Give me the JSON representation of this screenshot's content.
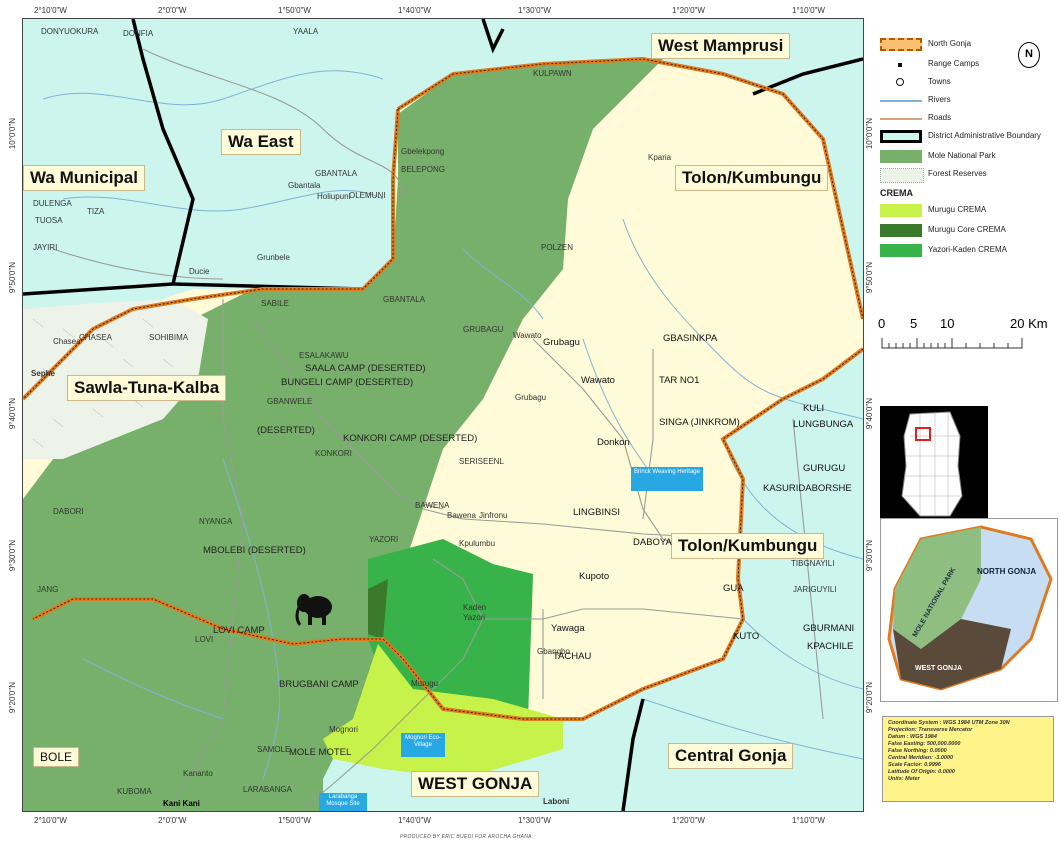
{
  "colors": {
    "outside_bg": "#ccf5ee",
    "north_gonja_fill": "#fffbd8",
    "mole_park": "#77b06a",
    "murugu_crema": "#c7f24a",
    "murugu_core": "#3b7a2a",
    "yazori_kaden": "#38b34a",
    "boundary": "#e07a1f",
    "district_line": "#000000",
    "rivers": "#7fb3d5",
    "roads": "#999999"
  },
  "coords": {
    "top": [
      "2°10'0\"W",
      "2°0'0\"W",
      "1°50'0\"W",
      "1°40'0\"W",
      "1°30'0\"W",
      "1°20'0\"W",
      "1°10'0\"W"
    ],
    "bottom": [
      "2°10'0\"W",
      "2°0'0\"W",
      "1°50'0\"W",
      "1°40'0\"W",
      "1°30'0\"W",
      "1°20'0\"W",
      "1°10'0\"W"
    ],
    "left": [
      "10°0'0\"N",
      "9°50'0\"N",
      "9°40'0\"N",
      "9°30'0\"N",
      "9°20'0\"N"
    ],
    "right": [
      "10°0'0\"N",
      "9°50'0\"N",
      "9°40'0\"N",
      "9°30'0\"N",
      "9°20'0\"N"
    ]
  },
  "districts": {
    "west_mamprusi": "West Mamprusi",
    "wa_east": "Wa East",
    "wa_municipal": "Wa Municipal",
    "tolon_kumbungu_top": "Tolon/Kumbungu",
    "tolon_kumbungu_mid": "Tolon/Kumbungu",
    "sawla": "Sawla-Tuna-Kalba",
    "central_gonja": "Central Gonja",
    "west_gonja": "WEST GONJA",
    "bole": "BOLE"
  },
  "towns": {
    "donyuokura": "DONYUOKURA",
    "donfia": "DONFIA",
    "yaala": "YAALA",
    "kulpawn": "KULPAWN",
    "kpaira": "Kparia",
    "gbelekpong": "Gbelekpong",
    "gbantala_small": "Gbantala",
    "gbantala": "GBANTALA",
    "belepong": "BELEPONG",
    "holiupuni": "Holiupuni",
    "olemuni": "OLEMUNI",
    "dulenga": "DULENGA",
    "tiza": "TIZA",
    "tuosa": "TUOSA",
    "jayiri": "JAYIRI",
    "ducie": "Ducie",
    "grunbele": "Grunbele",
    "polzen": "POLZEN",
    "gbantala2": "GBANTALA",
    "sabile": "SABILE",
    "chasea_small": "Chasea",
    "chasea": "CHASEA",
    "sohibima": "SOHIBIMA",
    "sephe": "Sephe",
    "grubagu_caps": "GRUBAGU",
    "wawato_small": "Wawato",
    "grubagu": "Grubagu",
    "gbasinkpa": "GBASINKPA",
    "esalakawu": "ESALAKAWU",
    "wawato": "Wawato",
    "tarno1": "TAR NO1",
    "gbanwele": "GBANWELE",
    "grubagu2": "Grubagu",
    "singa": "SINGA (JINKROM)",
    "konkori": "KONKORI",
    "donkon": "Donkon",
    "seriseenl": "SERISEENL",
    "kuli": "KULI",
    "lungbunga": "LUNGBUNGA",
    "gurugu": "GURUGU",
    "kasuridaborshe": "KASURIDABORSHE",
    "bawena": "BAWENA",
    "bawena_small": "Bawena",
    "jinfronu": "Jinfronu",
    "lingbinsi": "LINGBINSI",
    "dabori": "DABORI",
    "nyanga": "NYANGA",
    "kpulumbu": "Kpulumbu",
    "daboya": "DABOYA",
    "yazori": "YAZORI",
    "tibgnayili": "TIBGNAYILI",
    "jariguyili": "JARIGUYILI",
    "kupoto": "Kupoto",
    "gua": "GUA",
    "jang": "JANG",
    "kaden": "Kaden",
    "yazori2": "Yazori",
    "yawaga": "Yawaga",
    "gbangbo": "Gbangbo",
    "tachau": "TACHAU",
    "kuto": "KUTO",
    "gburmani": "GBURMANI",
    "kpachile": "KPACHILE",
    "murugu": "Murugu",
    "mognori": "Mognori",
    "samole": "SAMOLE",
    "kananto": "Kananto",
    "kuboma": "KUBOMA",
    "larabanga": "LARABANGA",
    "kani_kani": "Kani Kani",
    "laboni": "Laboni"
  },
  "camps": {
    "saala": "SAALA CAMP (DESERTED)",
    "bungeli": "BUNGELI CAMP (DESERTED)",
    "deserted": "(DESERTED)",
    "konkori_camp": "KONKORI CAMP (DESERTED)",
    "mbolebi": "MBOLEBI (DESERTED)",
    "lovi": "LOVI CAMP",
    "lovi_small": "LOVI",
    "brugbani": "BRUGBANI CAMP",
    "mole_motel": "MOLE MOTEL"
  },
  "blue_boxes": {
    "brinck": "Brinck Weaving Heritage",
    "mognori_eco": "Mognori Eco-Village",
    "larabanga_box": "Larabanga Mosque Site"
  },
  "legend": {
    "north_arrow": "N",
    "north_gonja": "North Gonja",
    "range_camps": "Range Camps",
    "towns": "Towns",
    "rivers": "Rivers",
    "roads": "Roads",
    "district_boundary": "District Administrative Boundary",
    "mole": "Mole National Park",
    "forest": "Forest Reserves",
    "crema_title": "CREMA",
    "murugu_crema": "Murugu CREMA",
    "murugu_core": "Murugu Core CREMA",
    "yazori_kaden": "Yazori-Kaden CREMA"
  },
  "scale": {
    "labels": [
      "0",
      "5",
      "10",
      "20 Km"
    ]
  },
  "inset": {
    "north_gonja": "NORTH GONJA",
    "mole_park": "MOLE NATIONAL PARK",
    "west_gonja": "WEST GONJA"
  },
  "info": [
    "Coordinate System : WGS 1984 UTM Zone 30N",
    "Projection: Transverse Mercator",
    "Datum : WGS 1984",
    "False Easting: 500,000.0000",
    "False Northing: 0.0000",
    "Central Meridian: -3.0000",
    "Scale Factor: 0.9996",
    "Latitude Of Origin: 0.0000",
    "Units: Meter"
  ],
  "credit": "PRODUCED BY ERIC BUEDI FOR AROCHA GHANA"
}
